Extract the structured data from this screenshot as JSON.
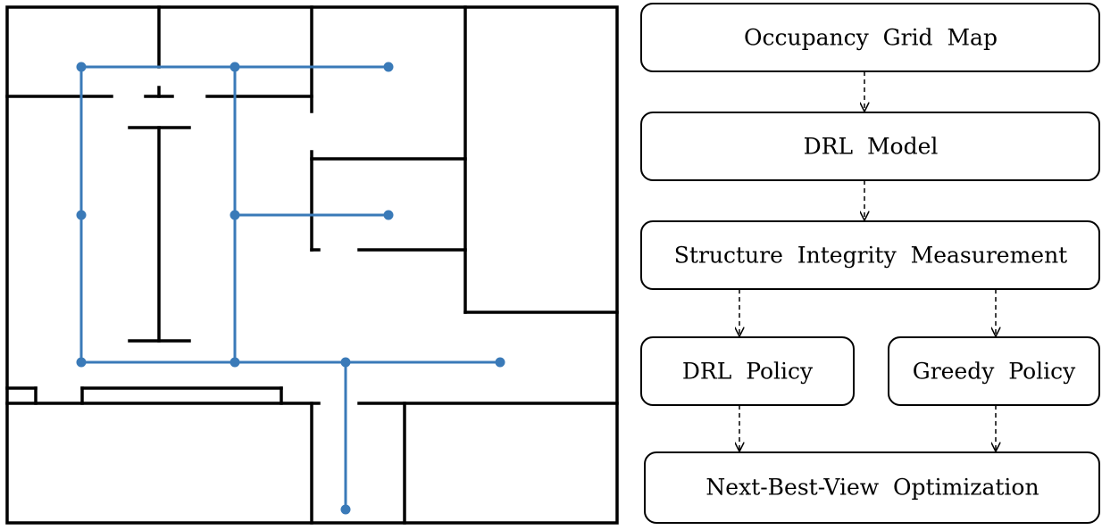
{
  "colors": {
    "wall": "#000000",
    "path": "#3a7ab8",
    "node": "#3a7ab8",
    "box_stroke": "#000000",
    "box_fill": "#ffffff"
  },
  "flowchart": {
    "occupancy": "Occupancy  Grid  Map",
    "drl_model": "DRL  Model",
    "structure": "Structure  Integrity  Measurement",
    "drl_policy": "DRL  Policy",
    "greedy_policy": "Greedy  Policy",
    "nbv": "Next-Best-View  Optimization"
  }
}
